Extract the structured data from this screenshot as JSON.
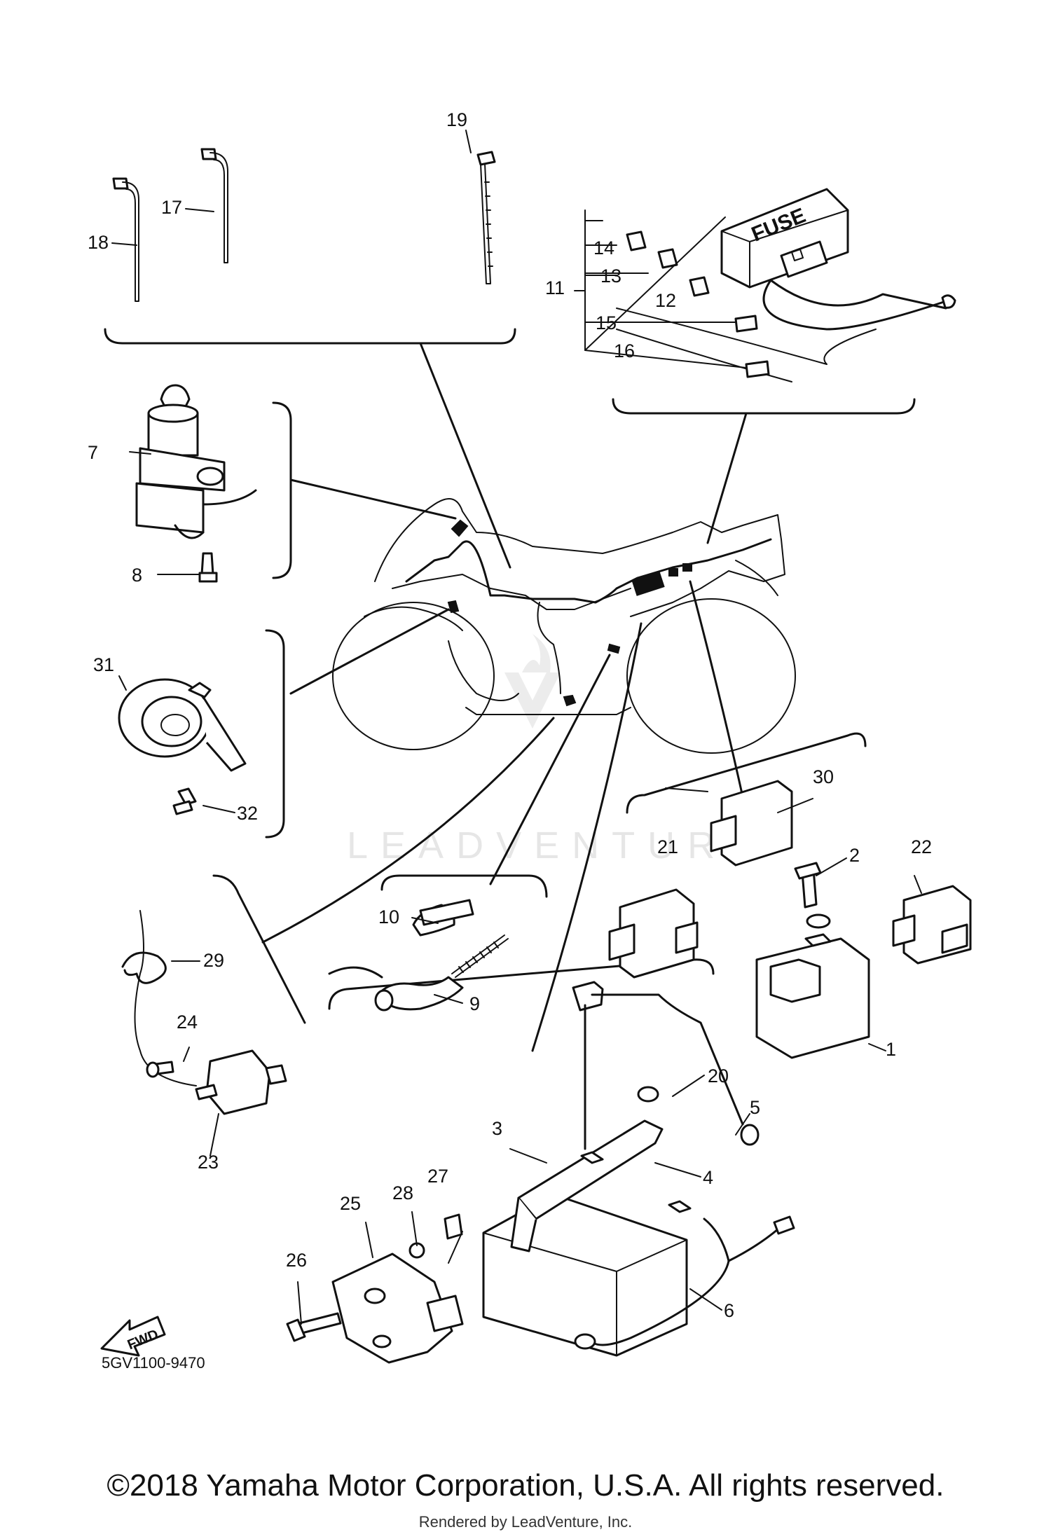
{
  "diagram": {
    "diagram_code": "5GV1100-9470",
    "fuse_box_label": "FUSE",
    "fwd_label": "FWD",
    "watermark": "LEADVENTURE",
    "callouts": [
      "1",
      "2",
      "3",
      "4",
      "5",
      "6",
      "7",
      "8",
      "9",
      "10",
      "11",
      "12",
      "13",
      "14",
      "15",
      "16",
      "17",
      "18",
      "19",
      "20",
      "21",
      "22",
      "23",
      "24",
      "25",
      "26",
      "27",
      "28",
      "29",
      "30",
      "31",
      "32"
    ]
  },
  "footer": {
    "copyright": "©2018 Yamaha Motor Corporation, U.S.A. All rights reserved.",
    "rendered_by": "Rendered by LeadVenture, Inc."
  }
}
